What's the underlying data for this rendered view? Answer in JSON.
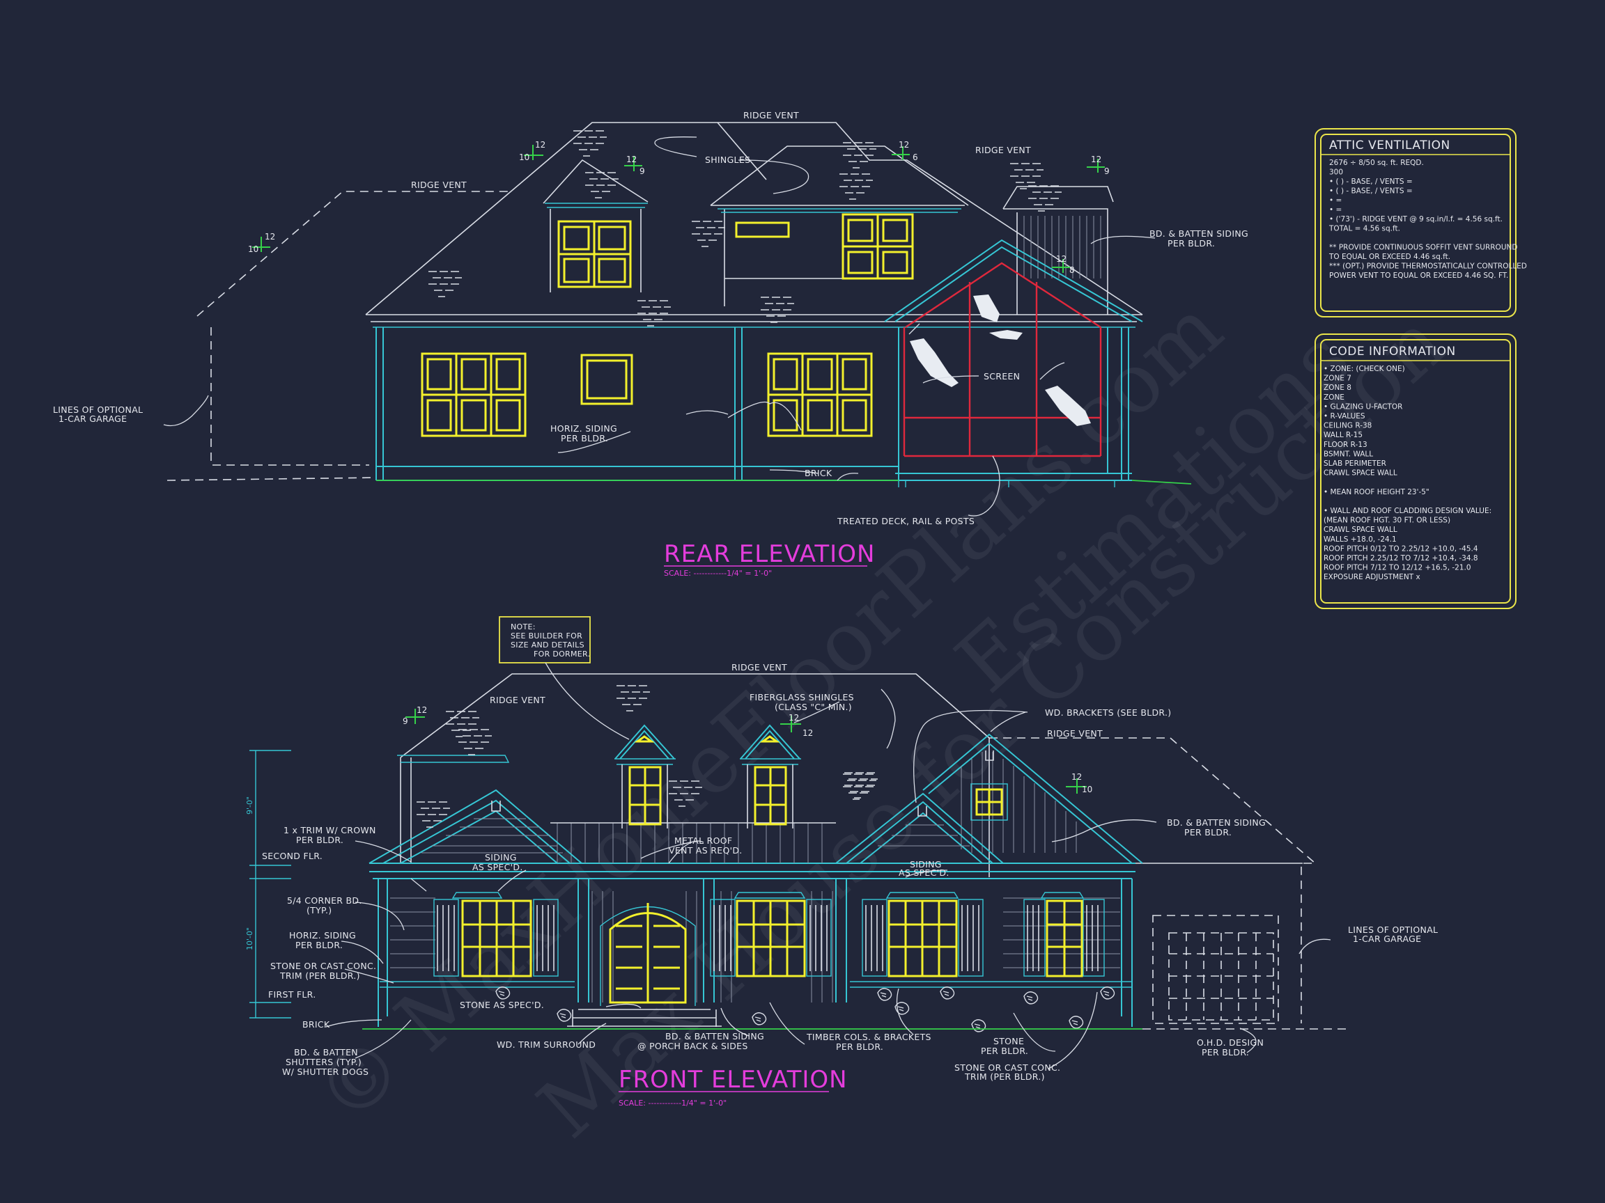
{
  "watermark": {
    "line1": "© MaxHomeFloorPlans.com",
    "line2": "Max House for Construction",
    "line3": "Estimations"
  },
  "rear_elevation": {
    "title": "REAR ELEVATION",
    "scale": "SCALE: ------------1/4\" = 1'-0\"",
    "labels": {
      "ridge_vent_top": "RIDGE VENT",
      "ridge_vent_left": "RIDGE VENT",
      "ridge_vent_right": "RIDGE VENT",
      "shingles": "SHINGLES",
      "bd_batten_1": "BD. & BATTEN SIDING",
      "bd_batten_2": "PER BLDR.",
      "optional_garage_1": "LINES OF OPTIONAL",
      "optional_garage_2": "1-CAR GARAGE",
      "horiz_siding_1": "HORIZ. SIDING",
      "horiz_siding_2": "PER BLDR.",
      "screen": "SCREEN",
      "brick": "BRICK",
      "treated_deck": "TREATED DECK, RAIL & POSTS"
    },
    "pitches": {
      "p1_rise": "10",
      "p1_run": "12",
      "p2_rise": "10",
      "p2_run": "12",
      "p3_rise": "9",
      "p3_run": "12",
      "p4_rise": "6",
      "p4_run": "12",
      "p5_rise": "9",
      "p5_run": "12",
      "p6_rise": "8",
      "p6_run": "12"
    }
  },
  "front_elevation": {
    "title": "FRONT ELEVATION",
    "scale": "SCALE: ------------1/4\" = 1'-0\"",
    "note": [
      "NOTE:",
      "SEE BUILDER FOR",
      "SIZE AND DETAILS",
      "FOR DORMER."
    ],
    "labels": {
      "ridge_vent_top": "RIDGE VENT",
      "ridge_vent_left": "RIDGE VENT",
      "ridge_vent_right": "RIDGE VENT",
      "fiberglass_1": "FIBERGLASS SHINGLES",
      "fiberglass_2": "(CLASS \"C\" MIN.)",
      "wd_brackets": "WD. BRACKETS (SEE BLDR.)",
      "bd_batten_1": "BD. & BATTEN SIDING",
      "bd_batten_2": "PER BLDR.",
      "trim_crown_1": "1 x TRIM W/ CROWN",
      "trim_crown_2": "PER BLDR.",
      "second_flr": "SECOND FLR.",
      "corner_bd_1": "5/4 CORNER BD.",
      "corner_bd_2": "(TYP.)",
      "horiz_siding_1": "HORIZ. SIDING",
      "horiz_siding_2": "PER BLDR.",
      "stone_trim_1": "STONE OR CAST CONC.",
      "stone_trim_2": "TRIM (PER BLDR.)",
      "first_flr": "FIRST FLR.",
      "brick": "BRICK",
      "shutters_1": "BD. & BATTEN",
      "shutters_2": "SHUTTERS (TYP.)",
      "shutters_3": "W/ SHUTTER DOGS",
      "siding_spec_1a": "SIDING",
      "siding_spec_1b": "AS SPEC'D.",
      "siding_spec_2a": "SIDING",
      "siding_spec_2b": "AS SPEC'D.",
      "metal_roof_1": "METAL ROOF",
      "metal_roof_2": "VENT AS REQ'D.",
      "stone_spec": "STONE AS SPEC'D.",
      "wd_trim": "WD. TRIM SURROUND",
      "porch_back_1": "BD. & BATTEN SIDING",
      "porch_back_2": "@ PORCH BACK & SIDES",
      "timber_1": "TIMBER COLS. & BRACKETS",
      "timber_2": "PER BLDR.",
      "stone_1": "STONE",
      "stone_2": "PER BLDR.",
      "stone_conc_1": "STONE OR CAST CONC.",
      "stone_conc_2": "TRIM (PER BLDR.)",
      "ohd_1": "O.H.D. DESIGN",
      "ohd_2": "PER BLDR.",
      "optional_garage_1": "LINES OF OPTIONAL",
      "optional_garage_2": "1-CAR GARAGE"
    },
    "dimensions": {
      "upper": "9'-0\"",
      "lower": "10'-0\""
    },
    "pitches": {
      "p1_rise": "9",
      "p1_run": "12",
      "p2_rise": "12",
      "p2_run": "12",
      "p3_rise": "10",
      "p3_run": "12"
    }
  },
  "attic_ventilation": {
    "title": "ATTIC VENTILATION",
    "lines": [
      "2676 ÷ 8/50 sq. ft. REQD.",
      "300",
      "• (  ) -        BASE,   /   VENTS   =",
      "• (  ) -        BASE,   /   VENTS   =",
      "•                                          =",
      "•                                          =",
      "• ('73') - RIDGE VENT @ 9 sq.in/l.f.   = 4.56 sq.ft.",
      "                                     TOTAL        = 4.56 sq.ft.",
      "",
      "** PROVIDE CONTINUOUS SOFFIT VENT SURROUND",
      "    TO EQUAL OR EXCEED  4.46 sq.ft.",
      "*** (OPT.) PROVIDE THERMOSTATICALLY CONTROLLED",
      "    POWER VENT TO EQUAL OR EXCEED 4.46 SQ. FT."
    ]
  },
  "code_information": {
    "title": "CODE INFORMATION",
    "lines": [
      "• ZONE: (CHECK ONE)",
      "        ZONE 7",
      "        ZONE 8",
      "        ZONE",
      "• GLAZING U-FACTOR",
      "• R-VALUES",
      "        CEILING                R-38",
      "        WALL                   R-15",
      "        FLOOR                  R-13",
      "        BSMNT. WALL",
      "        SLAB PERIMETER",
      "        CRAWL SPACE WALL",
      "",
      "• MEAN ROOF HEIGHT  23'-5\"",
      "",
      "• WALL AND ROOF CLADDING DESIGN VALUE:",
      "   (MEAN ROOF HGT. 30 FT. OR LESS)",
      "        CRAWL SPACE WALL",
      "        WALLS                         +18.0, -24.1",
      "        ROOF PITCH 0/12 TO 2.25/12   +10.0, -45.4",
      "        ROOF PITCH 2.25/12 TO 7/12   +10.4, -34.8",
      "        ROOF PITCH 7/12 TO 12/12     +16.5, -21.0",
      "        EXPOSURE ADJUSTMENT          x"
    ]
  },
  "colors": {
    "background": "#212639",
    "linework": "#d9dde6",
    "trim": "#36c6d4",
    "windows": "#f3f02c",
    "screen_frame": "#e0283c",
    "titles": "#e43ddc",
    "panel_border": "#ebe54a",
    "ground": "#36d24a"
  }
}
